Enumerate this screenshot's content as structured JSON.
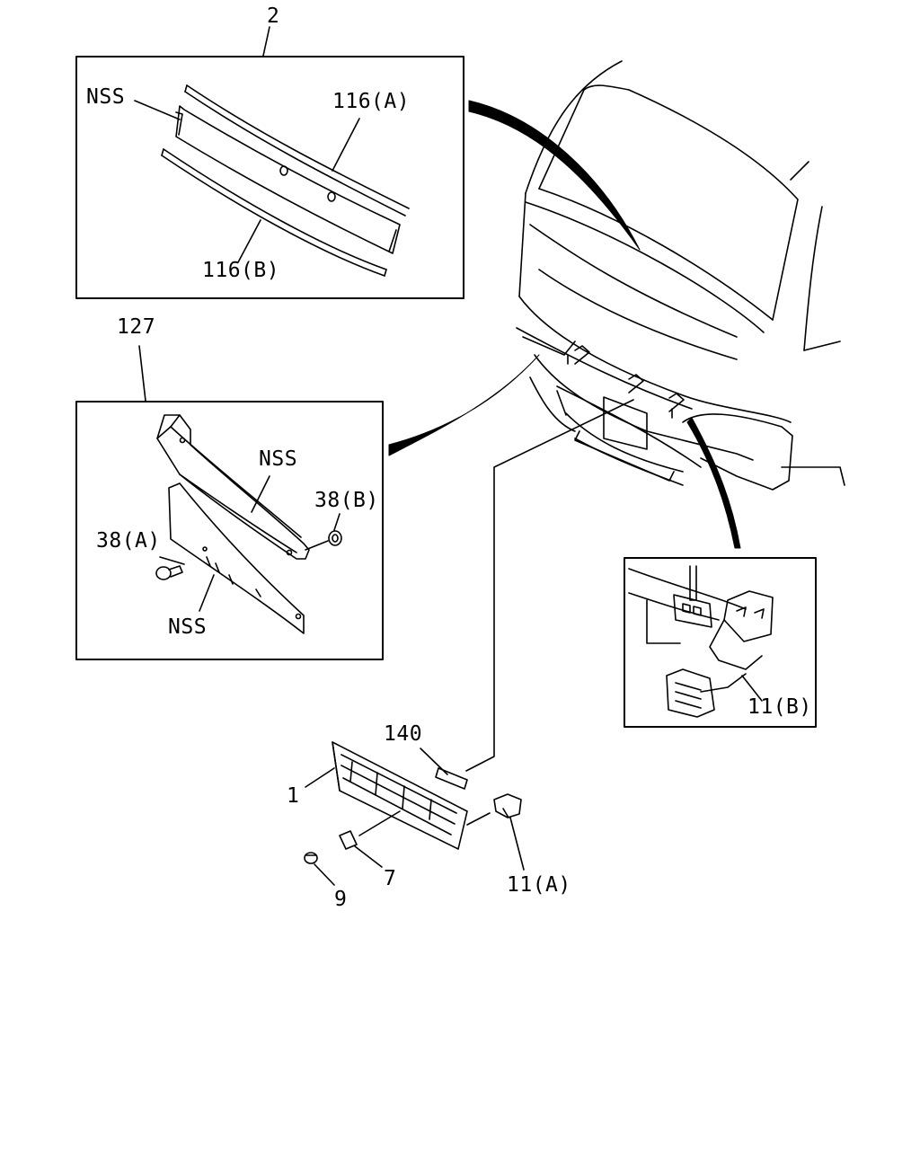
{
  "diagram": {
    "ink_color": "#000000",
    "background_color": "#ffffff",
    "labels": {
      "callout_2": "2",
      "callout_127": "127",
      "nss_top": "NSS",
      "part_116a": "116(A)",
      "part_116b": "116(B)",
      "nss_mid_upper": "NSS",
      "nss_mid_lower": "NSS",
      "part_38a": "38(A)",
      "part_38b": "38(B)",
      "part_140": "140",
      "part_1": "1",
      "part_7": "7",
      "part_9": "9",
      "part_11a": "11(A)",
      "part_11b": "11(B)"
    }
  }
}
